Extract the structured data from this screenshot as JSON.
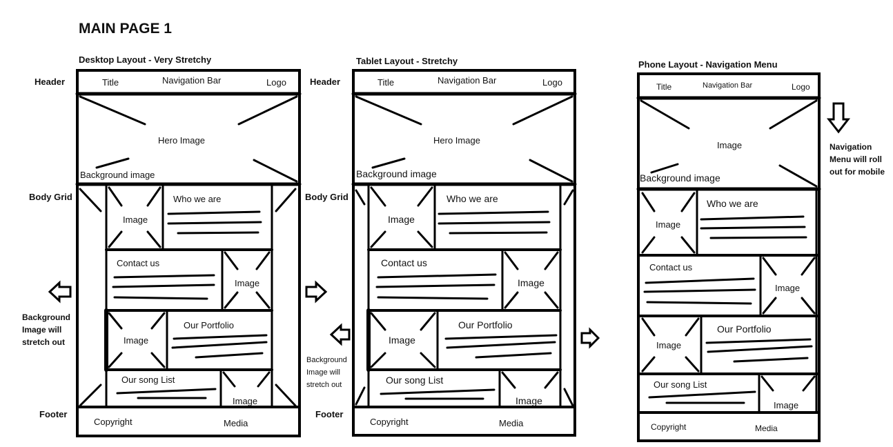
{
  "main_title": "MAIN PAGE   1",
  "side_labels": {
    "header": "Header",
    "body_grid": "Body Grid",
    "footer": "Footer"
  },
  "layouts": [
    {
      "key": "desktop",
      "heading": "Desktop Layout - Very Stretchy",
      "title": "Title",
      "nav": "Navigation Bar",
      "logo": "Logo",
      "hero": "Hero Image",
      "bg": "Background image",
      "image": "Image",
      "who": "Who we are",
      "contact": "Contact us",
      "portfolio": "Our Portfolio",
      "songs": "Our song List",
      "copyright": "Copyright",
      "media": "Media"
    },
    {
      "key": "tablet",
      "heading": "Tablet Layout - Stretchy",
      "title": "Title",
      "nav": "Navigation Bar",
      "logo": "Logo",
      "hero": "Hero Image",
      "bg": "Background image",
      "image": "Image",
      "who": "Who we are",
      "contact": "Contact us",
      "portfolio": "Our Portfolio",
      "songs": "Our song List",
      "copyright": "Copyright",
      "media": "Media"
    },
    {
      "key": "phone",
      "heading": "Phone Layout - Navigation Menu",
      "title": "Title",
      "nav": "Navigation Bar",
      "logo": "Logo",
      "hero": "Image",
      "bg": "Background image",
      "image": "Image",
      "who": "Who we are",
      "contact": "Contact us",
      "portfolio": "Our Portfolio",
      "songs": "Our song List",
      "copyright": "Copyright",
      "media": "Media"
    }
  ],
  "notes": {
    "stretch_lines": [
      "Background",
      "Image will",
      "stretch out"
    ],
    "stretch_lines_2": [
      "Background",
      "Image will",
      "stretch out"
    ],
    "nav_menu_lines": [
      "Navigation",
      "Menu will roll",
      "out for mobile"
    ]
  }
}
